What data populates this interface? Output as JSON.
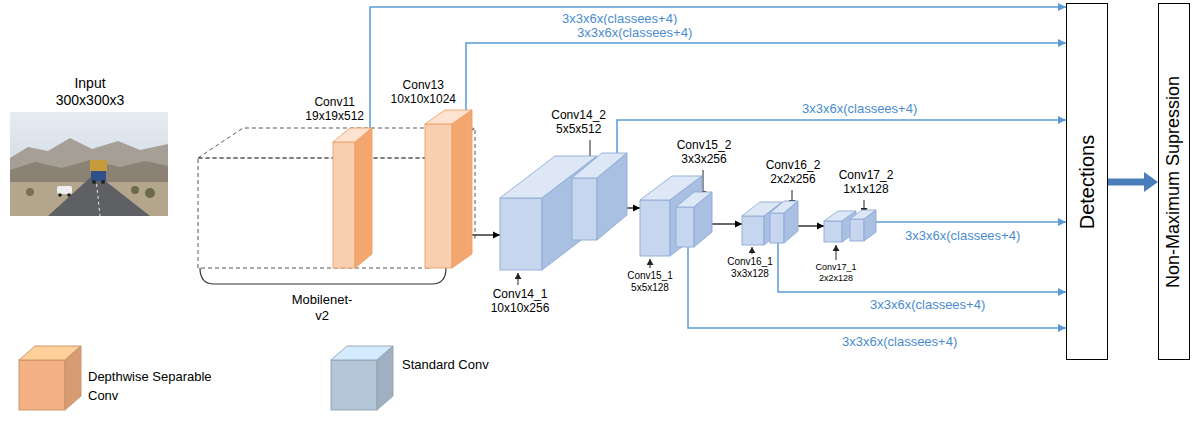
{
  "diagram": {
    "nodes": [
      {
        "text": [
          "Input 300x300x3"
        ]
      },
      {
        "text": [
          "Mobilenet-v2"
        ]
      },
      {
        "text": [
          "Conv11 19x19x512"
        ],
        "in": 1
      },
      {
        "text": [
          "Conv13 10x10x1024"
        ],
        "in": 1
      },
      {
        "text": [
          "Conv14_1 10x10x256"
        ]
      },
      {
        "text": [
          "Conv14_2 5x5x512"
        ]
      },
      {
        "text": [
          "Conv15_1 5x5x128"
        ]
      },
      {
        "text": [
          "Conv15_2 3x3x256"
        ]
      },
      {
        "text": [
          "Conv16_1 3x3x128"
        ]
      },
      {
        "text": [
          "Conv16_2 2x2x256"
        ]
      },
      {
        "text": [
          "Conv17_1 2x2x128"
        ]
      },
      {
        "text": [
          "Conv17_2 1x1x128"
        ]
      },
      {
        "text": [
          "Detections"
        ]
      },
      {
        "text": [
          "Non-Maximum Supression"
        ]
      }
    ],
    "edges": [
      {
        "from": 3,
        "to": 4,
        "arrow": "to"
      },
      {
        "from": 5,
        "to": 6,
        "arrow": "to"
      },
      {
        "from": 7,
        "to": 8,
        "arrow": "to"
      },
      {
        "from": 9,
        "to": 10,
        "arrow": "to"
      },
      {
        "from": 2,
        "to": 12,
        "label": "3x3x6x(classees+4)",
        "arrow": "to"
      },
      {
        "from": 3,
        "to": 12,
        "label": "3x3x6x(classees+4)",
        "arrow": "to"
      },
      {
        "from": 5,
        "to": 12,
        "label": "3x3x6x(classees+4)",
        "arrow": "to"
      },
      {
        "from": 11,
        "to": 12,
        "label": "3x3x6x(classees+4)",
        "arrow": "to"
      },
      {
        "from": 9,
        "to": 12,
        "label": "3x3x6x(classees+4)",
        "arrow": "to"
      },
      {
        "from": 7,
        "to": 12,
        "label": "3x3x6x(classees+4)",
        "arrow": "to"
      },
      {
        "from": 12,
        "to": 13,
        "arrow": "to"
      }
    ],
    "legend": [
      {
        "text": "Depthwise Separable Conv",
        "color": "#f4b183"
      },
      {
        "text": "Standard Conv",
        "color": "#b4c7d9"
      }
    ]
  }
}
